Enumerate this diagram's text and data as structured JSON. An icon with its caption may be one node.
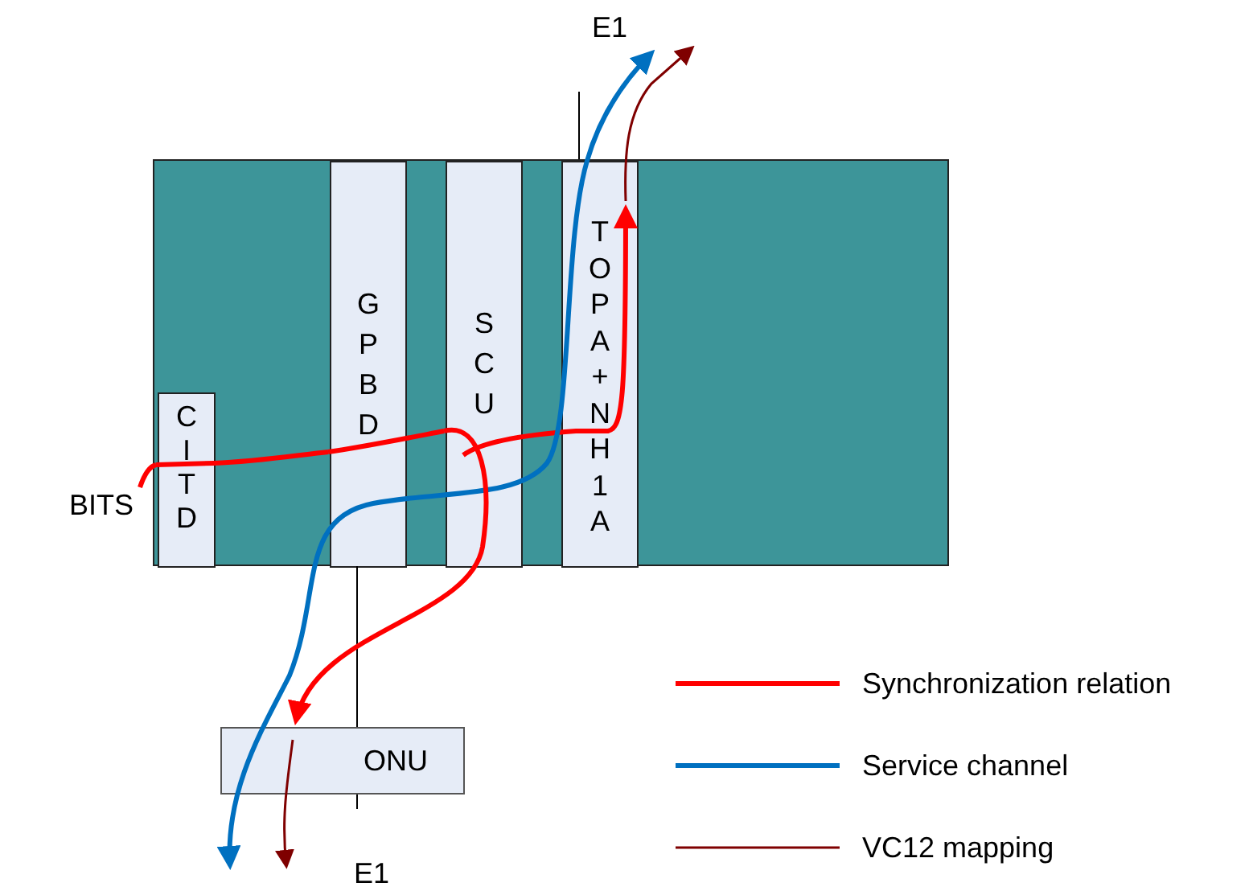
{
  "diagram": {
    "nodes": [
      {
        "text": [],
        "shape": "box"
      },
      {
        "text": [
          "CITD"
        ],
        "in": 0
      },
      {
        "text": [
          "GPBD"
        ],
        "in": 0
      },
      {
        "text": [
          "SCU"
        ],
        "in": 0
      },
      {
        "text": [
          "TOPA+NH1A"
        ],
        "in": 0
      },
      {
        "text": [
          "ONU"
        ]
      },
      {
        "text": [
          "BITS"
        ]
      },
      {
        "text": [
          "E1"
        ]
      },
      {
        "text": [
          "E1"
        ]
      }
    ],
    "edges": [
      {
        "from": 6,
        "to": 1,
        "arrow": "none",
        "color": "#ff0000"
      },
      {
        "from": 3,
        "to": 4,
        "arrow": "to",
        "color": "#ff0000"
      },
      {
        "from": null,
        "to": 7,
        "arrow": "both",
        "color": "#0070c0"
      },
      {
        "from": 4,
        "to": 7,
        "arrow": "to",
        "color": "#7f0000"
      },
      {
        "from": 5,
        "to": 8,
        "arrow": "to",
        "color": "#7f0000"
      },
      {
        "from": 7,
        "to": 4,
        "arrow": "none",
        "color": "#000000"
      },
      {
        "from": 2,
        "to": 5,
        "arrow": "none",
        "color": "#000000"
      },
      {
        "from": 5,
        "to": null,
        "arrow": "none",
        "color": "#000000"
      },
      {
        "from": 1,
        "to": 2,
        "arrow": "none",
        "color": "#ff0000"
      },
      {
        "from": 2,
        "to": 3,
        "arrow": "none",
        "color": "#ff0000"
      },
      {
        "from": 3,
        "to": 5,
        "arrow": "to",
        "color": "#ff0000"
      }
    ],
    "legend": [
      {
        "text": "Synchronization relation"
      },
      {
        "text": "Service channel"
      },
      {
        "text": "VC12 mapping"
      }
    ]
  }
}
